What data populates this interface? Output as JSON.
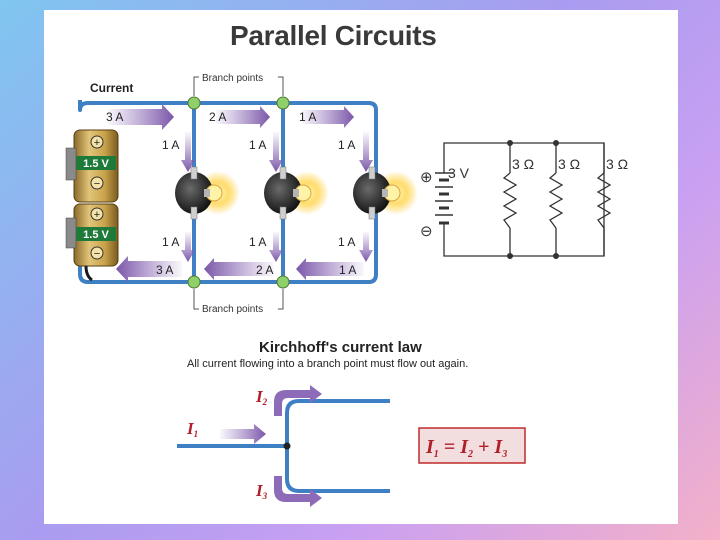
{
  "title": "Parallel Circuits",
  "kirchhoff": {
    "heading": "Kirchhoff's current law",
    "statement": "All current flowing into a branch point must flow out again.",
    "i1": "I",
    "i1_sub": "1",
    "i2": "I",
    "i2_sub": "2",
    "i3": "I",
    "i3_sub": "3",
    "equation": {
      "lhs": "I",
      "lhs_sub": "1",
      "eq": " = ",
      "a": "I",
      "a_sub": "2",
      "plus": " + ",
      "b": "I",
      "b_sub": "3"
    }
  },
  "circuit": {
    "current_label": "Current",
    "branch_points_label": "Branch points",
    "battery_label": "1.5 V",
    "top_currents": [
      "3 A",
      "2 A",
      "1 A"
    ],
    "bottom_currents": [
      "3 A",
      "2 A",
      "1 A"
    ],
    "branch_currents": "1 A"
  },
  "schematic": {
    "source_voltage": "3 V",
    "resistors": [
      "3 Ω",
      "3 Ω",
      "3 Ω"
    ],
    "plus_symbol": "⊕",
    "minus_symbol": "⊖"
  },
  "colors": {
    "wire": "#3f7fc4",
    "arrow": "#8e6bb8",
    "node": "#8fd06a",
    "equation_border": "#c02a2a",
    "equation_text": "#b01e2a"
  }
}
